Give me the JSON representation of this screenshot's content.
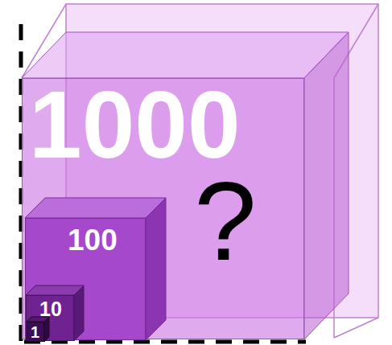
{
  "diagram": {
    "nodes": [
      {
        "text": [
          "1000",
          "?"
        ]
      },
      {
        "text": [
          "100"
        ],
        "in": 0
      },
      {
        "text": [
          "10"
        ],
        "in": 1
      },
      {
        "text": [
          "1"
        ],
        "in": 2
      }
    ]
  }
}
